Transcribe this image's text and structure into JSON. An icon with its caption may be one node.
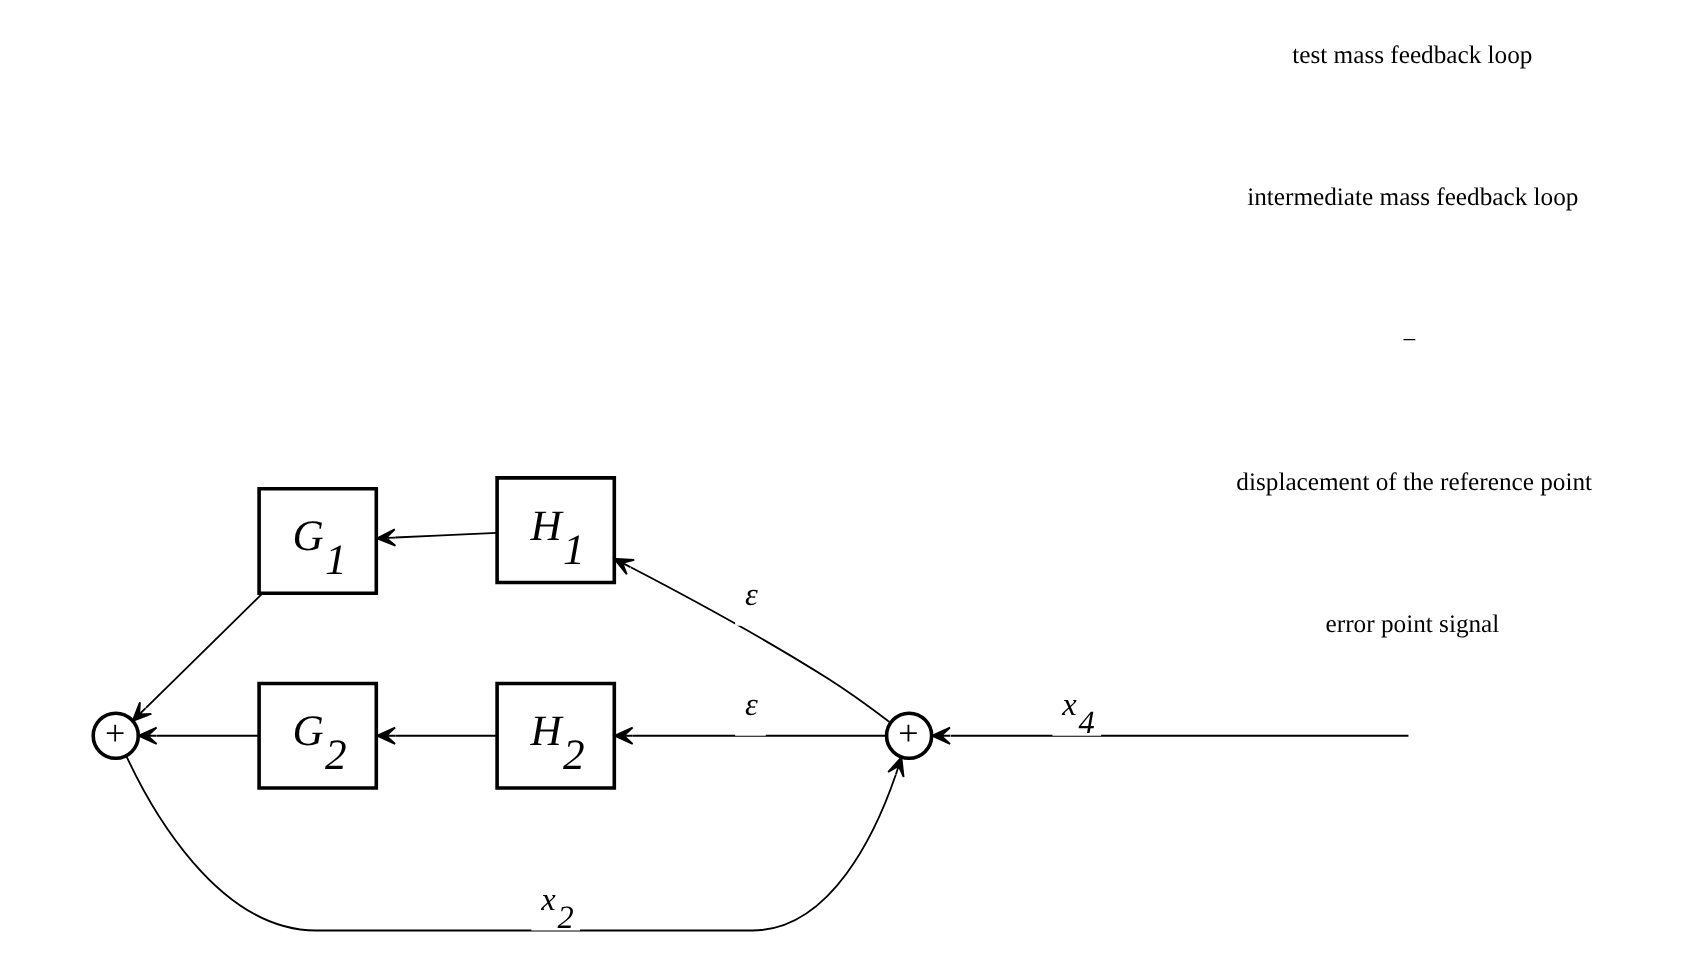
{
  "diagram": {
    "nodes": [
      {
        "text": [
          "+"
        ]
      },
      {
        "text": [
          "+"
        ]
      },
      {
        "text": [
          "G$_{1}$"
        ]
      },
      {
        "text": [
          "H$_{1}$"
        ]
      },
      {
        "text": [
          "G$_{2}$"
        ]
      },
      {
        "text": [
          "H$_{2}$"
        ]
      }
    ],
    "edges": [
      {
        "from": null,
        "to": 0,
        "arrow": "to",
        "label": "x$_{4}$"
      },
      {
        "from": 0,
        "to": 3,
        "arrow": "to",
        "label": "ε"
      },
      {
        "from": 0,
        "to": 5,
        "arrow": "to",
        "label": "ε"
      },
      {
        "from": 3,
        "to": 2,
        "arrow": "to"
      },
      {
        "from": 2,
        "to": 1,
        "arrow": "to"
      },
      {
        "from": 5,
        "to": 4,
        "arrow": "to"
      },
      {
        "from": 4,
        "to": 1,
        "arrow": "to"
      },
      {
        "from": 1,
        "to": 0,
        "arrow": "to",
        "label": "x$_{2}$"
      }
    ],
    "labels": [
      "error point signal",
      "displacement of the reference point",
      "−",
      "intermediate mass feedback loop",
      "test mass feedback loop"
    ]
  }
}
